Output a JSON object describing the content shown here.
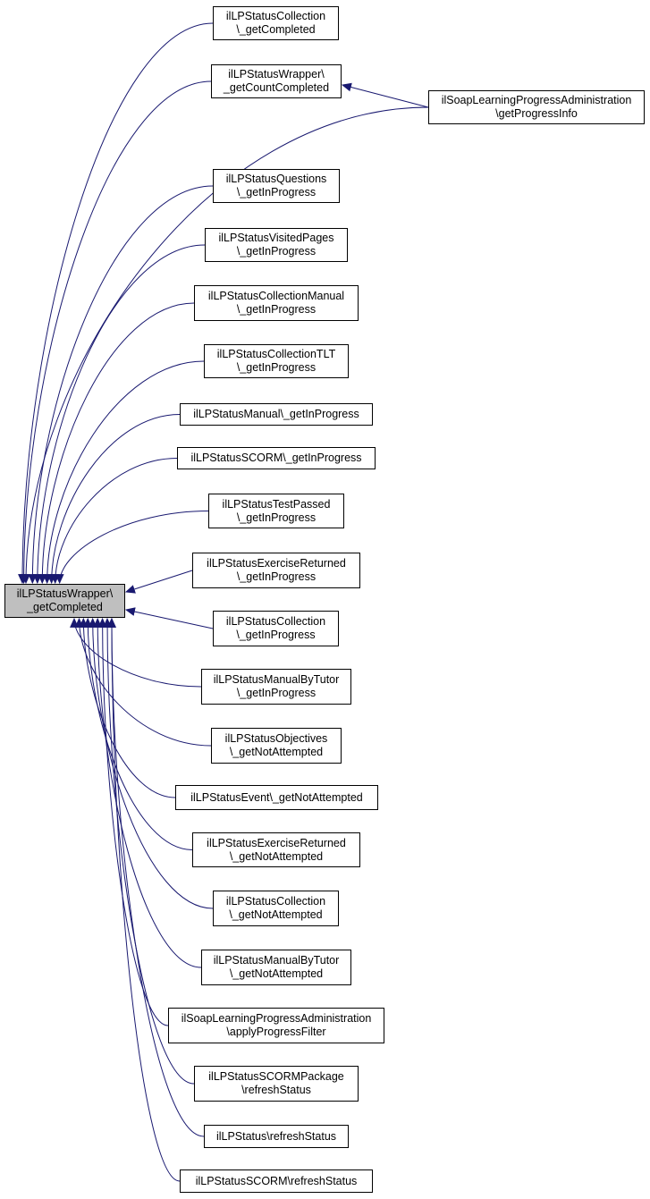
{
  "graph": {
    "focus_node": {
      "id": "target",
      "line1": "ilLPStatusWrapper\\",
      "line2": "_getCompleted",
      "fill": "#bfbfbf"
    },
    "edge_color": "#191970",
    "nodes": [
      {
        "id": "n0",
        "line1": "ilLPStatusCollection",
        "line2": "\\_getCompleted"
      },
      {
        "id": "n1",
        "line1": "ilLPStatusWrapper\\",
        "line2": "_getCountCompleted"
      },
      {
        "id": "n2",
        "line1": "ilSoapLearningProgressAdministration",
        "line2": "\\getProgressInfo"
      },
      {
        "id": "n3",
        "line1": "ilLPStatusQuestions",
        "line2": "\\_getInProgress"
      },
      {
        "id": "n4",
        "line1": "ilLPStatusVisitedPages",
        "line2": "\\_getInProgress"
      },
      {
        "id": "n5",
        "line1": "ilLPStatusCollectionManual",
        "line2": "\\_getInProgress"
      },
      {
        "id": "n6",
        "line1": "ilLPStatusCollectionTLT",
        "line2": "\\_getInProgress"
      },
      {
        "id": "n7",
        "line1": "ilLPStatusManual\\_getInProgress",
        "line2": ""
      },
      {
        "id": "n8",
        "line1": "ilLPStatusSCORM\\_getInProgress",
        "line2": ""
      },
      {
        "id": "n9",
        "line1": "ilLPStatusTestPassed",
        "line2": "\\_getInProgress"
      },
      {
        "id": "n10",
        "line1": "ilLPStatusExerciseReturned",
        "line2": "\\_getInProgress"
      },
      {
        "id": "n11",
        "line1": "ilLPStatusCollection",
        "line2": "\\_getInProgress"
      },
      {
        "id": "n12",
        "line1": "ilLPStatusManualByTutor",
        "line2": "\\_getInProgress"
      },
      {
        "id": "n13",
        "line1": "ilLPStatusObjectives",
        "line2": "\\_getNotAttempted"
      },
      {
        "id": "n14",
        "line1": "ilLPStatusEvent\\_getNotAttempted",
        "line2": ""
      },
      {
        "id": "n15",
        "line1": "ilLPStatusExerciseReturned",
        "line2": "\\_getNotAttempted"
      },
      {
        "id": "n16",
        "line1": "ilLPStatusCollection",
        "line2": "\\_getNotAttempted"
      },
      {
        "id": "n17",
        "line1": "ilLPStatusManualByTutor",
        "line2": "\\_getNotAttempted"
      },
      {
        "id": "n18",
        "line1": "ilSoapLearningProgressAdministration",
        "line2": "\\applyProgressFilter"
      },
      {
        "id": "n19",
        "line1": "ilLPStatusSCORMPackage",
        "line2": "\\refreshStatus"
      },
      {
        "id": "n20",
        "line1": "ilLPStatus\\refreshStatus",
        "line2": ""
      },
      {
        "id": "n21",
        "line1": "ilLPStatusSCORM\\refreshStatus",
        "line2": ""
      }
    ],
    "edges": [
      {
        "from": "n0",
        "to": "target"
      },
      {
        "from": "n1",
        "to": "target"
      },
      {
        "from": "n2",
        "to": "target"
      },
      {
        "from": "n2",
        "to": "n1"
      },
      {
        "from": "n3",
        "to": "target"
      },
      {
        "from": "n4",
        "to": "target"
      },
      {
        "from": "n5",
        "to": "target"
      },
      {
        "from": "n6",
        "to": "target"
      },
      {
        "from": "n7",
        "to": "target"
      },
      {
        "from": "n8",
        "to": "target"
      },
      {
        "from": "n9",
        "to": "target"
      },
      {
        "from": "n10",
        "to": "target"
      },
      {
        "from": "n11",
        "to": "target"
      },
      {
        "from": "n12",
        "to": "target"
      },
      {
        "from": "n13",
        "to": "target"
      },
      {
        "from": "n14",
        "to": "target"
      },
      {
        "from": "n15",
        "to": "target"
      },
      {
        "from": "n16",
        "to": "target"
      },
      {
        "from": "n17",
        "to": "target"
      },
      {
        "from": "n18",
        "to": "target"
      },
      {
        "from": "n19",
        "to": "target"
      },
      {
        "from": "n20",
        "to": "target"
      },
      {
        "from": "n21",
        "to": "target"
      }
    ]
  }
}
